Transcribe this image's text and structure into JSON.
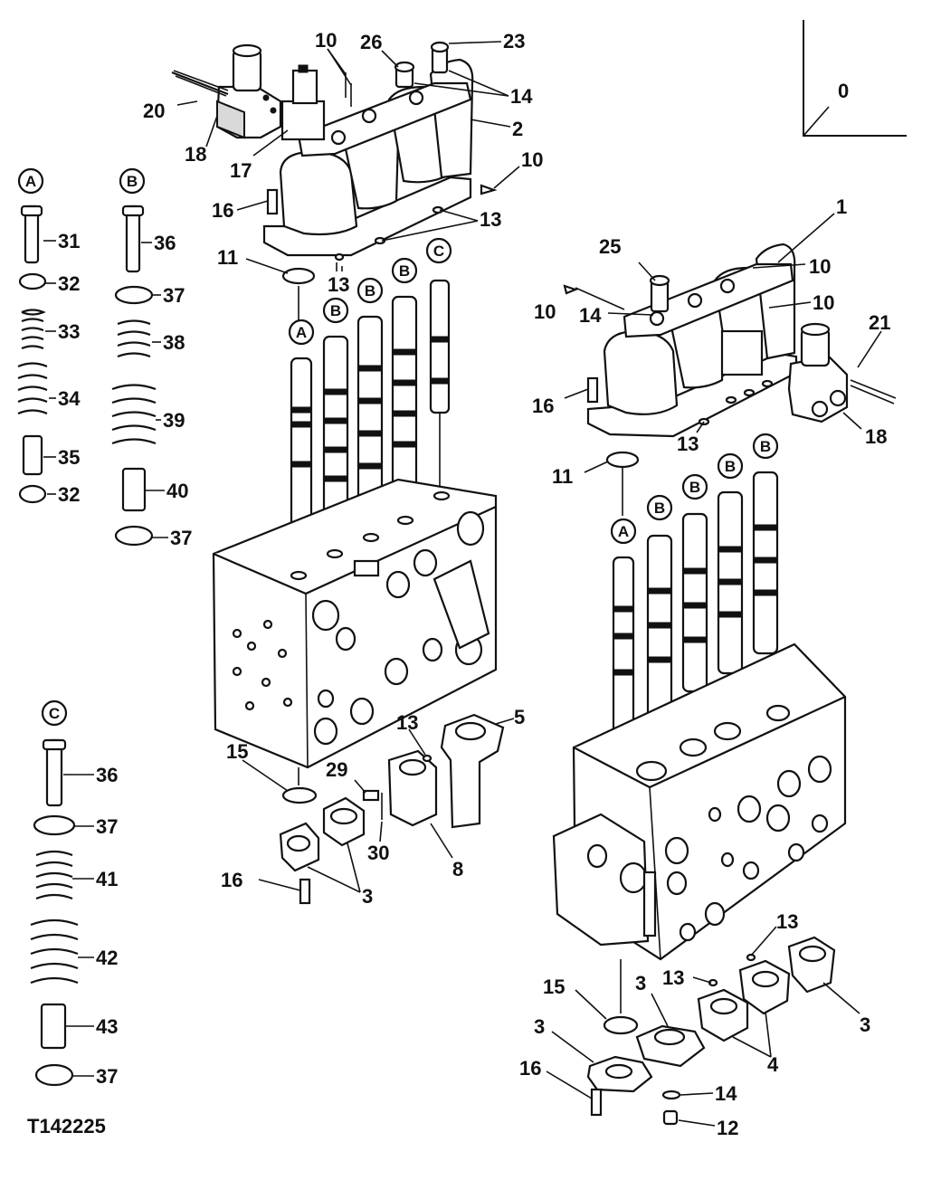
{
  "figure": {
    "id": "T142225"
  },
  "section_tag": "0",
  "callouts": {
    "c1": "1",
    "c2": "2",
    "c3a": "3",
    "c3b": "3",
    "c3c": "3",
    "c3d": "3",
    "c4": "4",
    "c5": "5",
    "c8": "8",
    "c10a": "10",
    "c10b": "10",
    "c10c": "10",
    "c10d": "10",
    "c10e": "10",
    "c11a": "11",
    "c11b": "11",
    "c12": "12",
    "c13a": "13",
    "c13b": "13",
    "c13c": "13",
    "c13d": "13",
    "c13e": "13",
    "c13f": "13",
    "c14a": "14",
    "c14b": "14",
    "c14c": "14",
    "c15a": "15",
    "c15b": "15",
    "c16a": "16",
    "c16b": "16",
    "c16c": "16",
    "c16d": "16",
    "c17": "17",
    "c18a": "18",
    "c18b": "18",
    "c20": "20",
    "c21": "21",
    "c23": "23",
    "c25": "25",
    "c26": "26",
    "c29": "29",
    "c30": "30",
    "c31": "31",
    "c32a": "32",
    "c32b": "32",
    "c33": "33",
    "c34": "34",
    "c35": "35",
    "c36a": "36",
    "c36b": "36",
    "c37a": "37",
    "c37b": "37",
    "c37c": "37",
    "c37d": "37",
    "c38": "38",
    "c39": "39",
    "c40": "40",
    "c41": "41",
    "c42": "42",
    "c43": "43"
  },
  "spool_letters": {
    "stackA": "A",
    "stackB": "B",
    "stackC": "C",
    "lsA": "A",
    "lsB1": "B",
    "lsB2": "B",
    "lsB3": "B",
    "lsC": "C",
    "rsA": "A",
    "rsB1": "B",
    "rsB2": "B",
    "rsB3": "B",
    "rsB4": "B"
  }
}
